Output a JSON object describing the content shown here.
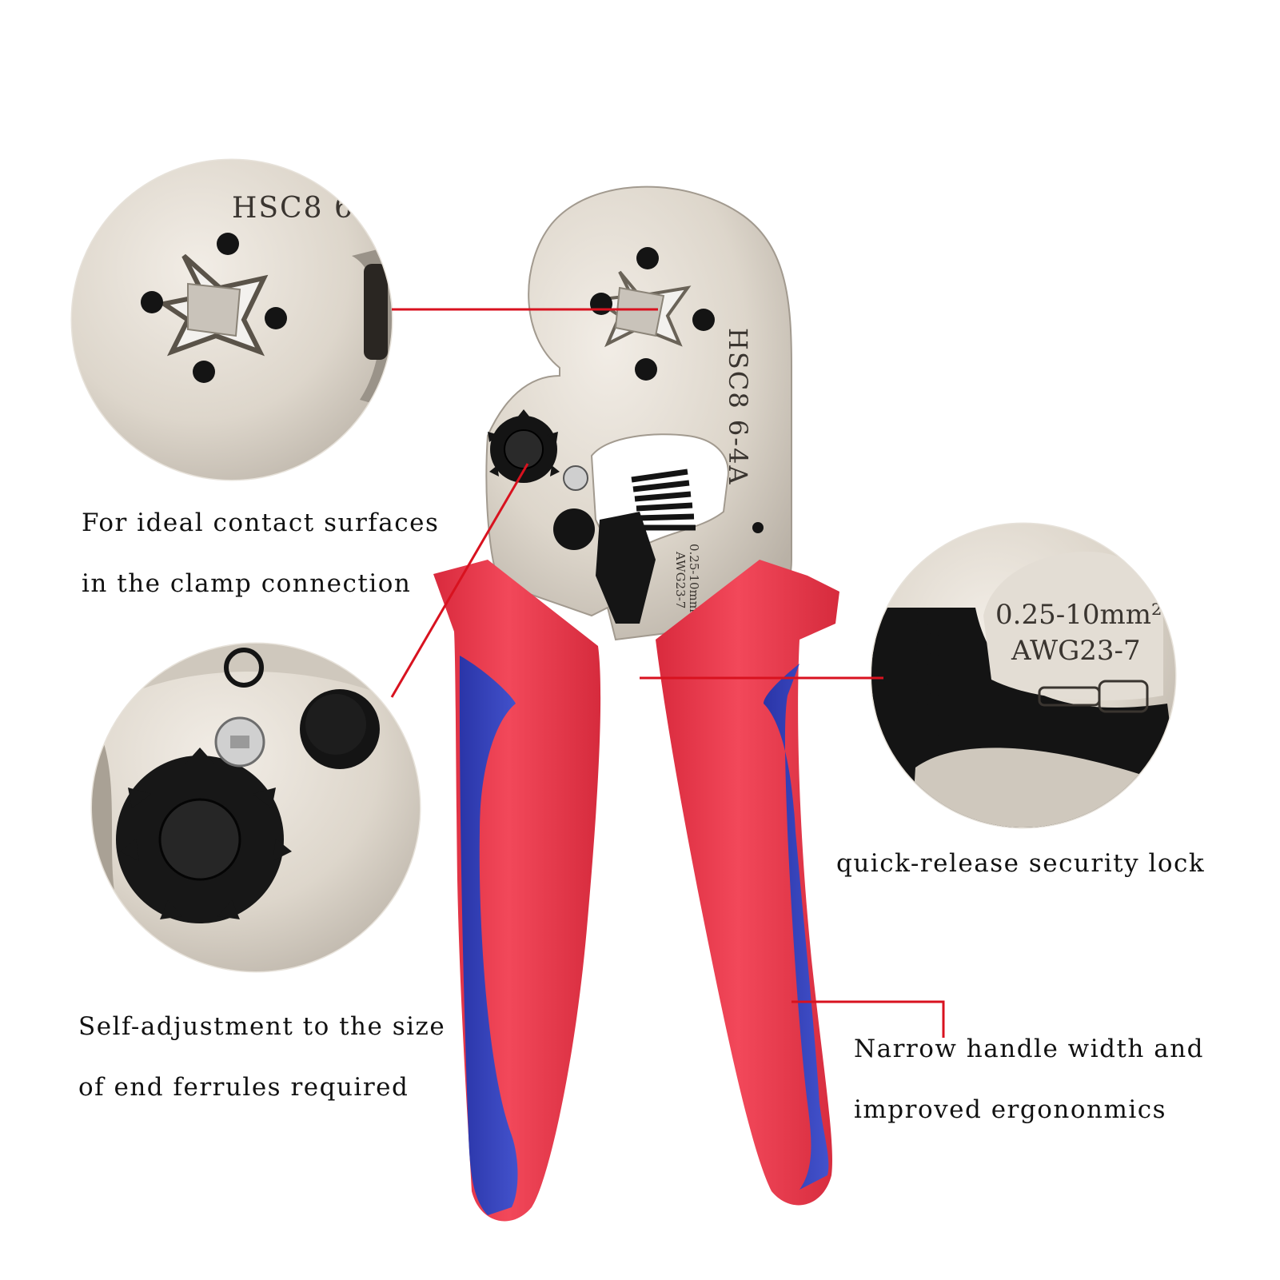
{
  "tool": {
    "model_marking": "HSC8  6-4A",
    "die_size_marking": "0.25-10mm²",
    "awg_marking": "AWG23-7",
    "colors": {
      "handle_red": "#ef3b4d",
      "handle_blue": "#3340b8",
      "metal": "#ddd6cb",
      "callout_line": "#d8121f",
      "black": "#141414"
    }
  },
  "zoom_top_left": {
    "marking": "HSC8  6"
  },
  "zoom_right": {
    "size_marking": "0.25-10mm²",
    "awg_marking": "AWG23-7"
  },
  "captions": {
    "contact": {
      "line1": "For ideal contact surfaces",
      "line2": "in the clamp connection"
    },
    "adjust": {
      "line1": "Self-adjustment to the size",
      "line2": "of end ferrules required"
    },
    "lock": {
      "line1": "quick-release security lock"
    },
    "handle": {
      "line1": "Narrow handle width and",
      "line2": "improved ergononmics"
    }
  }
}
